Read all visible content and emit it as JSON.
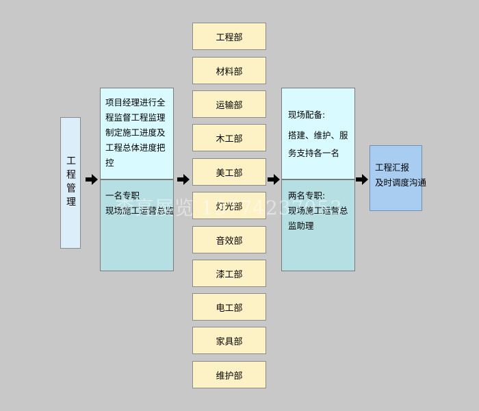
{
  "left_label": "工程管理",
  "block1": {
    "top_text": "项目经理进行全程监督工程监理制定施工进度及工程总体进度把控",
    "bottom_line1": "一名专职",
    "bottom_line2": "现场施工运营总监"
  },
  "departments": [
    "工程部",
    "材料部",
    "运输部",
    "木工部",
    "美工部",
    "灯光部",
    "音效部",
    "漆工部",
    "电工部",
    "家具部",
    "维护部"
  ],
  "block3": {
    "top_line1": "现场配备:",
    "top_line2": "搭建、维护、服务支持各一名",
    "bottom_line1": "两名专职:",
    "bottom_line2": "现场施工运营总监助理"
  },
  "right_box": {
    "line1": "工程汇报",
    "line2": "及时调度沟通"
  },
  "watermark": "李亮展览 13774237053",
  "colors": {
    "background": "#c8c8c8",
    "light_blue": "#ddeefb",
    "cyan": "#d9fbff",
    "teal": "#b5dfe3",
    "department": "#fdf2c6",
    "report_box": "#a8cdf0"
  }
}
